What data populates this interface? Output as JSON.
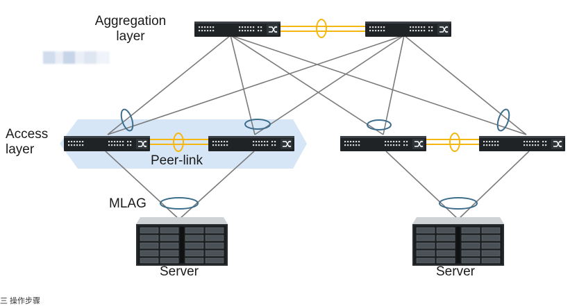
{
  "labels": {
    "aggregation": "Aggregation\nlayer",
    "access": "Access\nlayer",
    "peer_link": "Peer-link",
    "mlag": "MLAG",
    "server_left": "Server",
    "server_right": "Server"
  },
  "footer_text": "三  操作步骤",
  "colors": {
    "link_gray": "#7a7a7a",
    "peer_link_yellow": "#f5b70f",
    "lag_ring_blue": "#3d6d8c",
    "access_highlight": "#d6e6f6",
    "switch_body": "#1f2326"
  },
  "icons": {
    "switch": "network-switch-icon",
    "server": "server-rack-icon"
  }
}
